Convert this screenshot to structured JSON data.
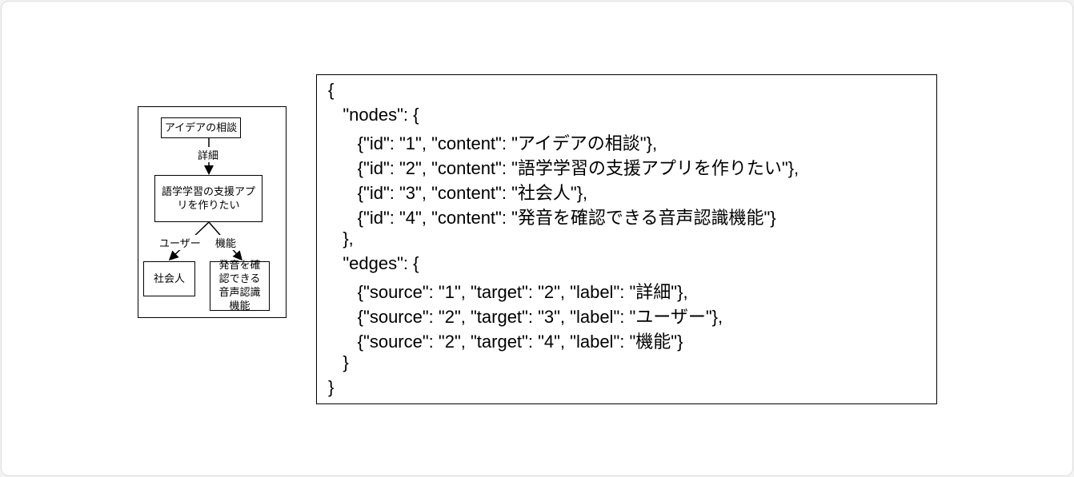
{
  "diagram": {
    "nodes": [
      {
        "id": "1",
        "content": "アイデアの相談"
      },
      {
        "id": "2",
        "content": "語学学習の支援アプリを作りたい"
      },
      {
        "id": "3",
        "content": "社会人"
      },
      {
        "id": "4",
        "content": "発音を確認できる音声認識機能"
      }
    ],
    "edge_labels": [
      "詳細",
      "ユーザー",
      "機能"
    ]
  },
  "code_lines": [
    "{",
    "   \"nodes\": {",
    "      {\"id\": \"1\", \"content\": \"アイデアの相談\"},",
    "      {\"id\": \"2\", \"content\": \"語学学習の支援アプリを作りたい\"},",
    "      {\"id\": \"3\", \"content\": \"社会人\"},",
    "      {\"id\": \"4\", \"content\": \"発音を確認できる音声認識機能\"}",
    "   },",
    "   \"edges\": {",
    "      {\"source\": \"1\", \"target\": \"2\", \"label\": \"詳細\"},",
    "      {\"source\": \"2\", \"target\": \"3\", \"label\": \"ユーザー\"},",
    "      {\"source\": \"2\", \"target\": \"4\", \"label\": \"機能\"}",
    "   }",
    "}"
  ]
}
